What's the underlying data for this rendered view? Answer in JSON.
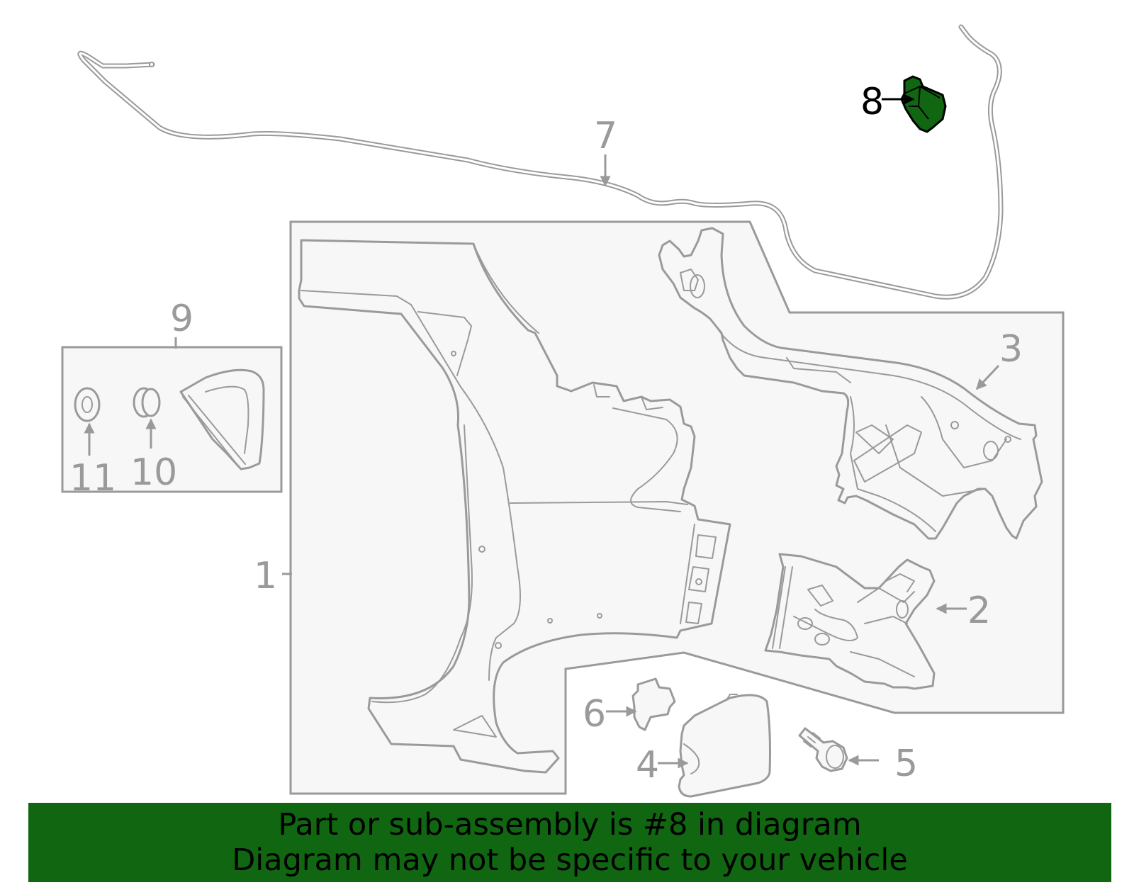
{
  "callouts": {
    "c1": "1",
    "c2": "2",
    "c3": "3",
    "c4": "4",
    "c5": "5",
    "c6": "6",
    "c7": "7",
    "c8": "8",
    "c9": "9",
    "c10": "10",
    "c11": "11"
  },
  "highlighted_part": "8",
  "colors": {
    "line_gray": "#9a9a9a",
    "highlight_fill": "#116611",
    "banner_bg": "#116611",
    "text_black": "#000000"
  },
  "banner": {
    "line1": "Part or sub-assembly is #8 in diagram",
    "line2": "Diagram may not be specific to your vehicle"
  }
}
